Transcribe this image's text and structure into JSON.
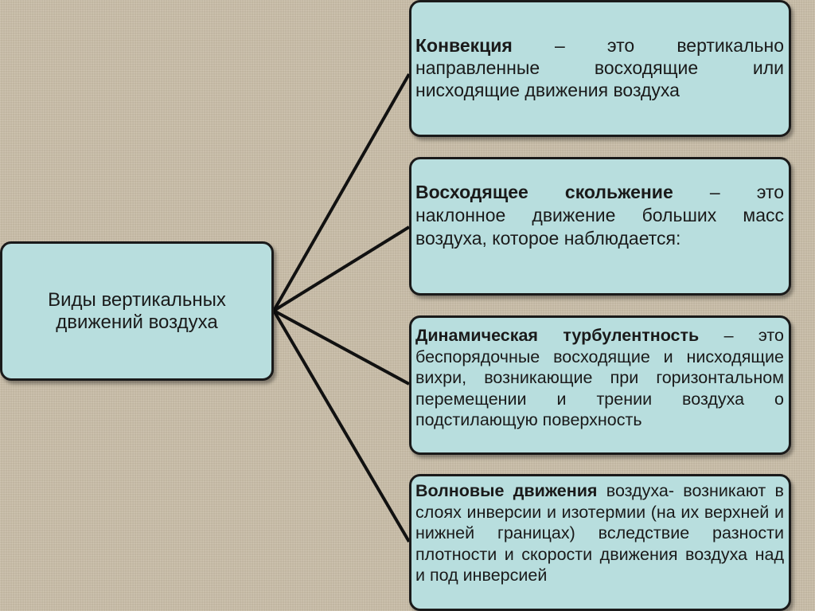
{
  "root": {
    "label": "Виды вертикальных движений воздуха"
  },
  "definitions": [
    {
      "term": "Конвекция",
      "text": " – это вертикально направленные восходящие или нисходящие движения воздуха"
    },
    {
      "term": "Восходящее скольжение",
      "text": " – это наклонное движение больших масс воздуха, которое наблюдается:"
    },
    {
      "term": "Динамическая турбулентность",
      "text": " – это беспорядочные восходящие и нисходящие вихри, возникающие при горизонтальном перемещении и трении воздуха о подстилающую поверхность"
    },
    {
      "term": "Волновые движения",
      "text": " воздуха- возникают в слоях инверсии и изотермии (на их верхней и нижней границах) вследствие разности плотности и скорости движения воздуха над и под инверсией"
    }
  ],
  "colors": {
    "box_fill": "#b8dede",
    "box_border": "#1a1a1a",
    "connector": "#111111",
    "background": "#c8bca6"
  }
}
